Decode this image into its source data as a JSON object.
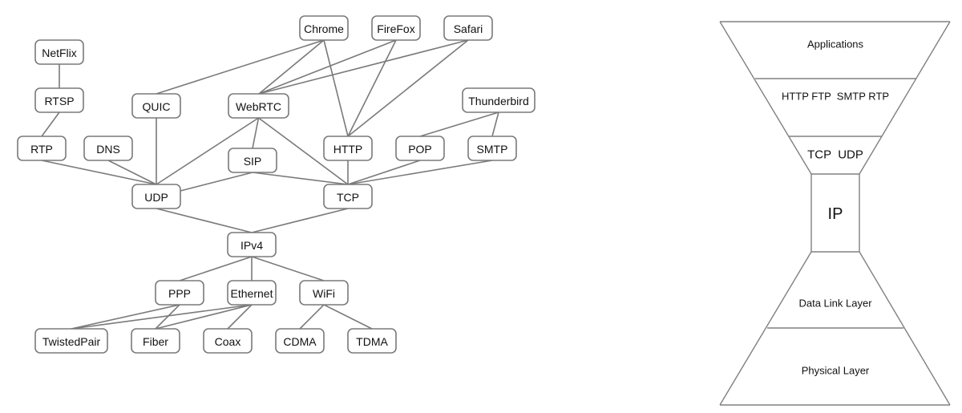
{
  "protocol_graph": {
    "nodes": [
      {
        "id": "netflix",
        "label": "NetFlix"
      },
      {
        "id": "rtsp",
        "label": "RTSP"
      },
      {
        "id": "rtp",
        "label": "RTP"
      },
      {
        "id": "dns",
        "label": "DNS"
      },
      {
        "id": "quic",
        "label": "QUIC"
      },
      {
        "id": "webrtc",
        "label": "WebRTC"
      },
      {
        "id": "sip",
        "label": "SIP"
      },
      {
        "id": "chrome",
        "label": "Chrome"
      },
      {
        "id": "firefox",
        "label": "FireFox"
      },
      {
        "id": "safari",
        "label": "Safari"
      },
      {
        "id": "thunderbird",
        "label": "Thunderbird"
      },
      {
        "id": "http",
        "label": "HTTP"
      },
      {
        "id": "pop",
        "label": "POP"
      },
      {
        "id": "smtp",
        "label": "SMTP"
      },
      {
        "id": "udp",
        "label": "UDP"
      },
      {
        "id": "tcp",
        "label": "TCP"
      },
      {
        "id": "ipv4",
        "label": "IPv4"
      },
      {
        "id": "ppp",
        "label": "PPP"
      },
      {
        "id": "ethernet",
        "label": "Ethernet"
      },
      {
        "id": "wifi",
        "label": "WiFi"
      },
      {
        "id": "twistedpair",
        "label": "TwistedPair"
      },
      {
        "id": "fiber",
        "label": "Fiber"
      },
      {
        "id": "coax",
        "label": "Coax"
      },
      {
        "id": "cdma",
        "label": "CDMA"
      },
      {
        "id": "tdma",
        "label": "TDMA"
      }
    ],
    "edges": [
      [
        "netflix",
        "rtsp"
      ],
      [
        "rtsp",
        "rtp"
      ],
      [
        "rtp",
        "udp"
      ],
      [
        "dns",
        "udp"
      ],
      [
        "quic",
        "udp"
      ],
      [
        "webrtc",
        "udp"
      ],
      [
        "webrtc",
        "sip"
      ],
      [
        "webrtc",
        "tcp"
      ],
      [
        "sip",
        "udp"
      ],
      [
        "sip",
        "tcp"
      ],
      [
        "chrome",
        "quic"
      ],
      [
        "chrome",
        "webrtc"
      ],
      [
        "chrome",
        "http"
      ],
      [
        "firefox",
        "webrtc"
      ],
      [
        "firefox",
        "http"
      ],
      [
        "safari",
        "webrtc"
      ],
      [
        "safari",
        "http"
      ],
      [
        "thunderbird",
        "pop"
      ],
      [
        "thunderbird",
        "smtp"
      ],
      [
        "http",
        "tcp"
      ],
      [
        "pop",
        "tcp"
      ],
      [
        "smtp",
        "tcp"
      ],
      [
        "udp",
        "ipv4"
      ],
      [
        "tcp",
        "ipv4"
      ],
      [
        "ipv4",
        "ppp"
      ],
      [
        "ipv4",
        "ethernet"
      ],
      [
        "ipv4",
        "wifi"
      ],
      [
        "ppp",
        "twistedpair"
      ],
      [
        "ppp",
        "fiber"
      ],
      [
        "ethernet",
        "twistedpair"
      ],
      [
        "ethernet",
        "fiber"
      ],
      [
        "ethernet",
        "coax"
      ],
      [
        "wifi",
        "cdma"
      ],
      [
        "wifi",
        "tdma"
      ]
    ]
  },
  "hourglass": {
    "layers": [
      {
        "id": "applications",
        "label": "Applications"
      },
      {
        "id": "app-protocols",
        "label": "HTTP FTP  SMTP RTP"
      },
      {
        "id": "transport",
        "label": "TCP  UDP"
      },
      {
        "id": "ip",
        "label": "IP"
      },
      {
        "id": "data-link",
        "label": "Data Link Layer"
      },
      {
        "id": "physical",
        "label": "Physical Layer"
      }
    ]
  },
  "colors": {
    "stroke": "#7a7a7a",
    "text": "#111111",
    "background": "#ffffff"
  }
}
